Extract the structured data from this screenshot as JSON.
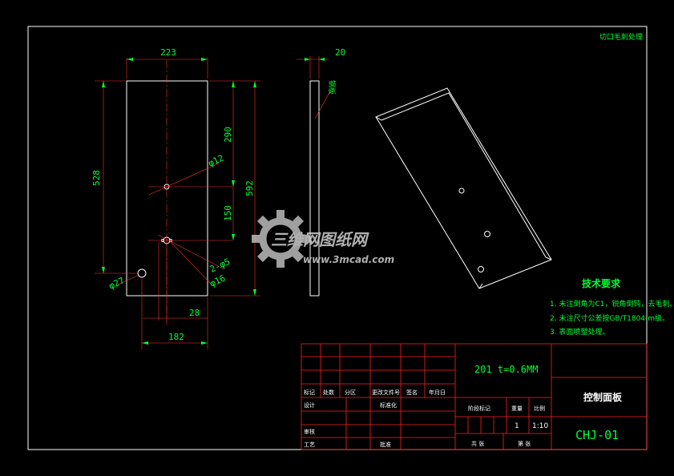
{
  "dimensions": {
    "top_width": "223",
    "side_thickness": "20",
    "height_left": "528",
    "height_right": "592",
    "upper_segment": "290",
    "mid_segment": "150",
    "hole_top": "φ12",
    "hole_left": "φ27",
    "hole_pair": "2-φ5",
    "hole_center": "φ16",
    "bottom_offset": "28",
    "bottom_width": "182"
  },
  "labels": {
    "top_right_note": "切口毛刺处理",
    "side_label": "钢板"
  },
  "tech_requirements": {
    "title": "技术要求",
    "items": [
      "1.  未注倒角为C1，锐角倒钝，去毛刺。",
      "2.  未注尺寸公差按GB/T1804-m级。",
      "3.  表面喷塑处理。"
    ]
  },
  "title_block": {
    "material": "201 t=0.6MM",
    "part_name": "控制面板",
    "drawing_no": "CHJ-01",
    "revision_headers": [
      "标记",
      "处数",
      "分区",
      "更改文件号",
      "签名",
      "年月日"
    ],
    "row_design": "设计",
    "row_standard": "标准化",
    "row_review": "审核",
    "row_process": "工艺",
    "row_approve": "批准",
    "stage_label": "阶段标记",
    "weight_label": "重量",
    "scale_label": "比例",
    "quantity": "1",
    "scale": "1:10",
    "sheets_total": "共 张",
    "sheet_no": "第 张"
  },
  "watermark": {
    "brand": "三维网图纸网",
    "url": "www.3mcad.com"
  },
  "colors": {
    "background": "#000000",
    "dimension": "#00ff33",
    "geometry": "#ffffff",
    "border_red": "#ff2020"
  }
}
